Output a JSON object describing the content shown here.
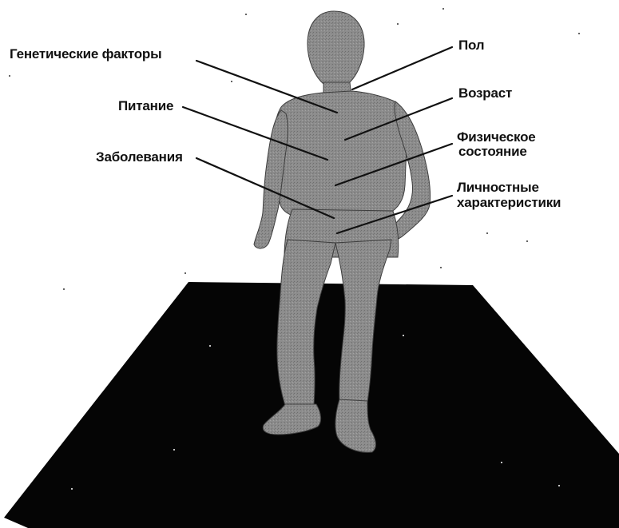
{
  "labels_left": {
    "genetic_factors": "Генетические  факторы",
    "nutrition": "Питание",
    "diseases": "Заболевания"
  },
  "labels_right": {
    "sex": "Пол",
    "age": "Возраст",
    "physical_state_line1": "Физическое",
    "physical_state_line2": "состояние",
    "personality_line1": "Личностные",
    "personality_line2": "характеристики"
  },
  "colors": {
    "floor": "#050505",
    "figure": "#8a8a8a",
    "figure_shadow": "#5a5a5a",
    "ink": "#111111",
    "background": "#ffffff"
  }
}
